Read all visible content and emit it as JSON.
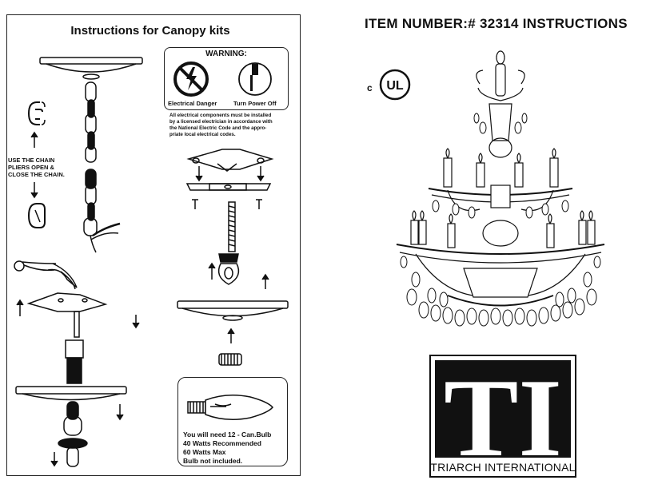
{
  "left_panel": {
    "title": "Instructions for Canopy kits",
    "warning": {
      "heading": "WARNING:",
      "caption_danger": "Electrical Danger",
      "caption_power": "Turn Power Off",
      "note_lines": [
        "All electrical components must be installed",
        "by a licensed electrician in accordance with",
        "the National Electric Code and the appro-",
        "priate local electrical codes."
      ]
    },
    "chain_instructions": [
      "USE THE CHAIN",
      "PLIERS  OPEN &",
      "CLOSE THE CHAIN."
    ],
    "bulb_box": {
      "lines": [
        "You will need 12 - Can.Bulb",
        "40 Watts Recommended",
        "60 Watts Max",
        "Bulb not included."
      ]
    }
  },
  "right_panel": {
    "title": "ITEM NUMBER:# 32314   INSTRUCTIONS",
    "ul_prefix": "c",
    "ul_mark": "UL",
    "logo_letters": "TI",
    "logo_caption": "TRIARCH INTERNATIONAL"
  }
}
